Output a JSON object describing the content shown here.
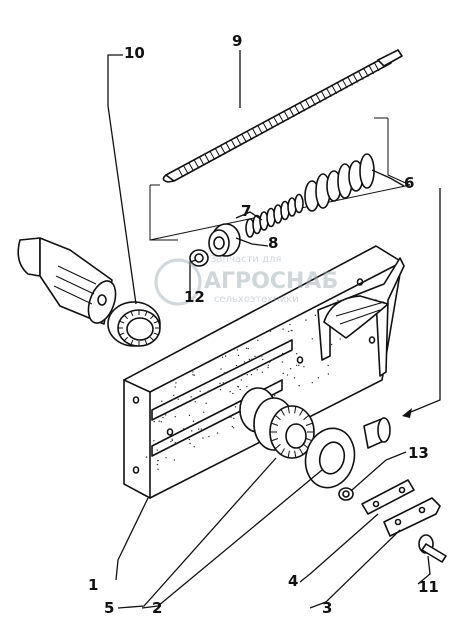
{
  "labels": {
    "l1": "1",
    "l2": "2",
    "l3": "3",
    "l4": "4",
    "l5": "5",
    "l6": "6",
    "l7": "7",
    "l8": "8",
    "l9": "9",
    "l10": "10",
    "l11": "11",
    "l12": "12",
    "l13": "13"
  },
  "watermark": {
    "line1": "Запчасти для",
    "line2": "АГРОСНАБ",
    "line3": "сельхозтехники"
  }
}
